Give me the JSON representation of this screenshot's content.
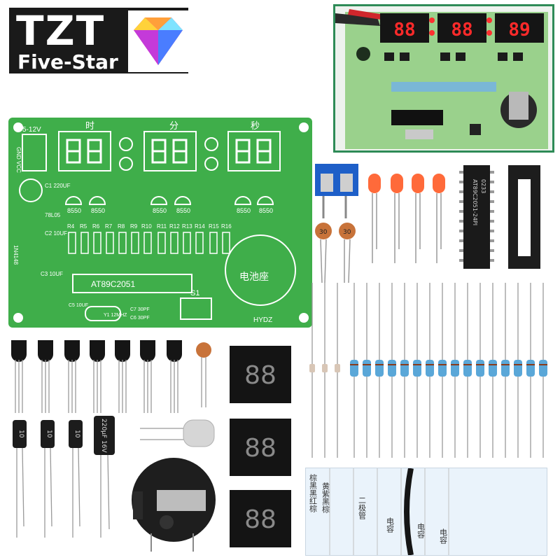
{
  "logo": {
    "brand": "TZT",
    "sub": "Five-Star"
  },
  "board_inset": {
    "digits": [
      "88",
      "88",
      "89"
    ]
  },
  "pcb": {
    "section_labels": [
      "时",
      "分",
      "秒"
    ],
    "power_label": "5-12V",
    "pin_labels": [
      "GND",
      "VCC"
    ],
    "mcu_label": "AT89C2051",
    "battery_label": "电池座",
    "brand_mark": "HYDZ",
    "switch_label": "S1",
    "transistor_labels": [
      "8550",
      "8550",
      "8550",
      "8550",
      "8550",
      "8550"
    ],
    "resistor_labels": [
      "R4",
      "R5",
      "R6",
      "R7",
      "R8",
      "R9",
      "R10",
      "R11",
      "R12",
      "R13",
      "R14",
      "R15",
      "R16"
    ],
    "cap_labels": [
      "C1 220UF",
      "C2 10UF",
      "C3 10UF",
      "C5 10UF"
    ],
    "regulator_label": "78L05",
    "diode_label": "1N4148",
    "crystal_label": "Y1 12MHZ",
    "small_caps": [
      "C7 30PF",
      "C6 30PF"
    ]
  },
  "parts": {
    "ceramic_cap_label": "30",
    "chip_label": "AT89C2051-24PI",
    "chip_code": "0233",
    "electrolytic_small": [
      "10",
      "10",
      "10"
    ],
    "electrolytic_big": "220µF 16V",
    "display_digits": [
      "88",
      "88",
      "88"
    ],
    "tape_labels": [
      "棕黑黑红棕",
      "黄紫黑棕",
      "二极管",
      "电容",
      "电容",
      "电容"
    ]
  },
  "colors": {
    "pcb_green": "#3fae4a",
    "led_orange": "#ff6a3a",
    "segment_red": "#ff2a2a",
    "terminal_blue": "#1e5fc8"
  }
}
